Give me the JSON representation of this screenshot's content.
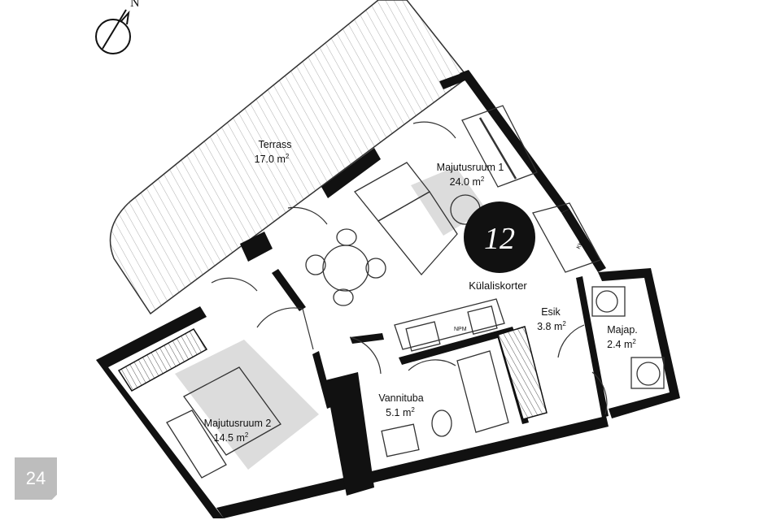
{
  "apartment": {
    "number": "12",
    "type_label": "Külaliskorter"
  },
  "compass": {
    "north_label": "N"
  },
  "rooms": [
    {
      "id": "terrace",
      "name": "Terrass",
      "area": "17.0",
      "unit": "m",
      "sup": "2"
    },
    {
      "id": "bedroom1",
      "name": "Majutusruum 1",
      "area": "24.0",
      "unit": "m",
      "sup": "2"
    },
    {
      "id": "hall",
      "name": "Esik",
      "area": "3.8",
      "unit": "m",
      "sup": "2"
    },
    {
      "id": "utility",
      "name": "Majap.",
      "area": "2.4",
      "unit": "m",
      "sup": "2"
    },
    {
      "id": "bath",
      "name": "Vannituba",
      "area": "5.1",
      "unit": "m",
      "sup": "2"
    },
    {
      "id": "bedroom2",
      "name": "Majutusruum 2",
      "area": "14.5",
      "unit": "m",
      "sup": "2"
    }
  ],
  "fixtures": {
    "dishwasher_label": "NPM",
    "fridge_label": "KK"
  },
  "page": {
    "number": "24"
  }
}
